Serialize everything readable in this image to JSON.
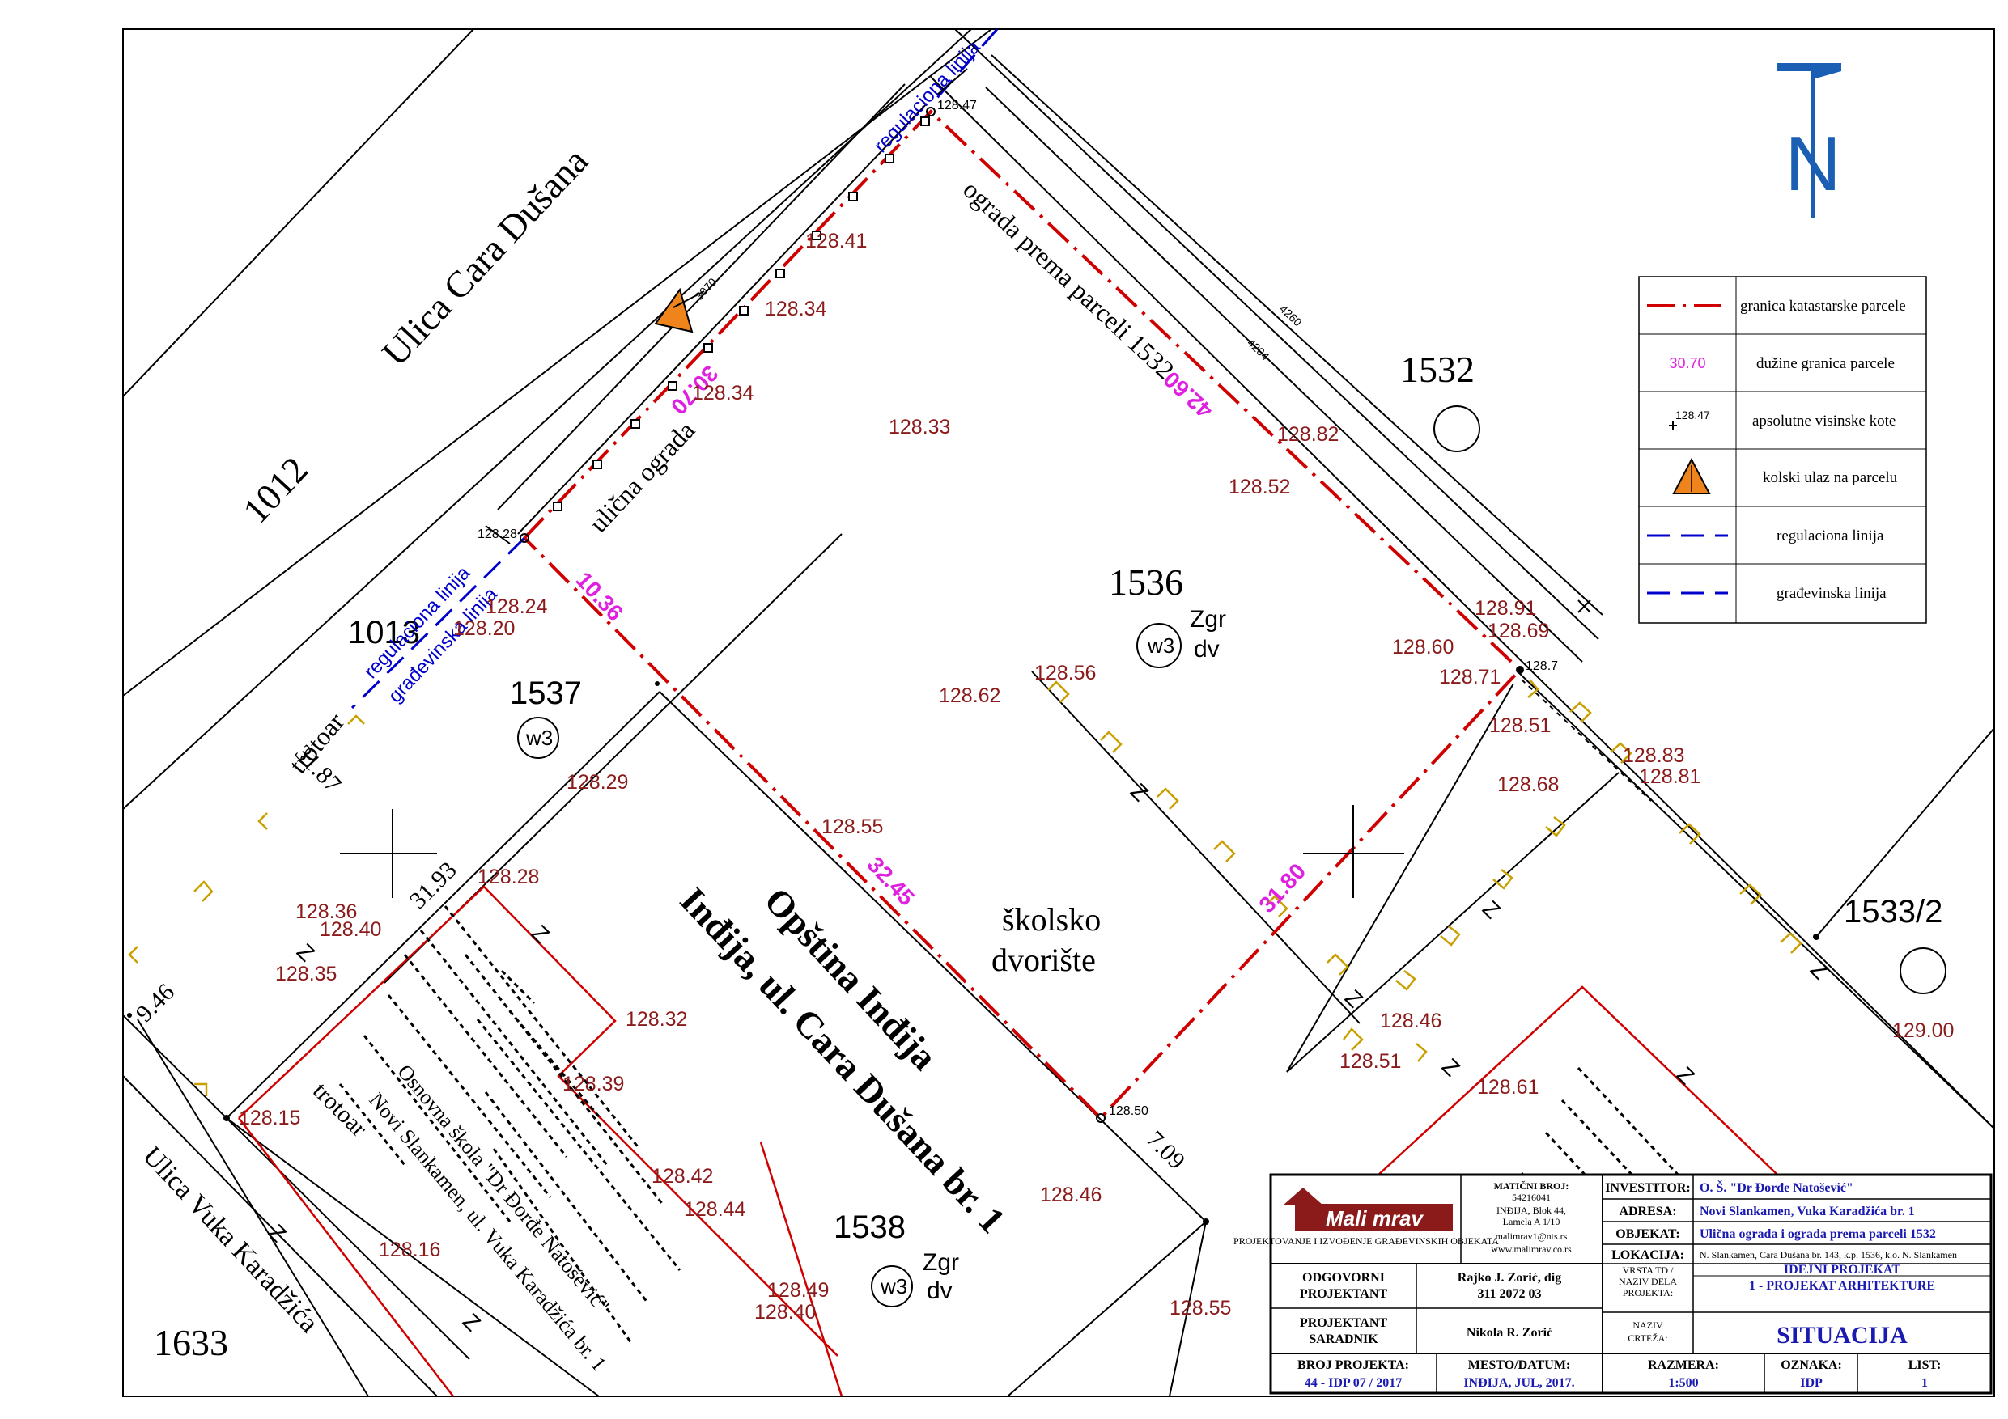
{
  "streets": {
    "cara_dusana": "Ulica Cara Dušana",
    "vuka_karadzica": "Ulica Vuka Karadžića",
    "trotoar_1": "trotoar",
    "trotoar_2": "trotoar"
  },
  "parcels": {
    "p1012": "1012",
    "p1013": "1013",
    "p1532": "1532",
    "p1536": "1536",
    "p1537": "1537",
    "p1538": "1538",
    "p1533_2": "1533/2",
    "p1633": "1633"
  },
  "building_markers": {
    "w3": "w3",
    "zgr": "Zgr",
    "dv": "dv"
  },
  "map_labels": {
    "ulicna_ograda": "ulična ograda",
    "ograda_prema_parceli": "ograda prema parceli 1532",
    "skolsko_1": "školsko",
    "skolsko_2": "dvorište",
    "opstina_1": "Opština Inđija",
    "opstina_2": "Inđija, ul. Cara Dušana br. 1",
    "skola_1": "Osnovna škola \"Dr Đorđe Natošević\"",
    "skola_2": "Novi Slankamen, ul. Vuka Karadžića br. 1",
    "reg_linija_1": "regulaciona linija",
    "reg_linija_2": "regulaciona linija",
    "grad_linija": "građevinska linija",
    "north": "N",
    "z": "Z"
  },
  "dimensions": {
    "d3070": "3070",
    "d4260": "4260",
    "d4204": "4204",
    "d31_87": "31.87",
    "d31_93": "31.93",
    "d9_46": "9.46",
    "d7_09": "7.09"
  },
  "parcel_lengths": {
    "l30_70": "30.70",
    "l42_60": "42.60",
    "l10_36": "10.36",
    "l32_45": "32.45",
    "l31_80": "31.80"
  },
  "elevations": {
    "e128_47": "128.47",
    "e128_41": "128.41",
    "e128_34a": "128.34",
    "e128_34b": "128.34",
    "e128_33": "128.33",
    "e128_82": "128.82",
    "e128_52": "128.52",
    "e128_28a": "128.28",
    "e128_24": "128.24",
    "e128_20": "128.20",
    "e128_91": "128.91",
    "e128_69": "128.69",
    "e128_60": "128.60",
    "e128_7": "128.7",
    "e128_71": "128.71",
    "e128_56": "128.56",
    "e128_62": "128.62",
    "e128_51a": "128.51",
    "e128_83": "128.83",
    "e128_81": "128.81",
    "e128_68": "128.68",
    "e128_29": "128.29",
    "e128_55a": "128.55",
    "e128_28b": "128.28",
    "e128_36": "128.36",
    "e128_40a": "128.40",
    "e128_35": "128.35",
    "e128_32": "128.32",
    "e128_39": "128.39",
    "e128_46a": "128.46",
    "e128_51b": "128.51",
    "e128_61": "128.61",
    "e129_00": "129.00",
    "e128_15": "128.15",
    "e128_50": "128.50",
    "e128_42": "128.42",
    "e128_44": "128.44",
    "e128_46b": "128.46",
    "e128_16": "128.16",
    "e128_49": "128.49",
    "e128_40b": "128.40",
    "e128_55b": "128.55"
  },
  "legend": {
    "items": [
      {
        "label": "granica katastarske parcele"
      },
      {
        "sample": "30.70",
        "label": "dužine granica parcele"
      },
      {
        "sample": "128.47",
        "label": "apsolutne visinske kote"
      },
      {
        "label": "kolski ulaz na parcelu"
      },
      {
        "label": "regulaciona linija"
      },
      {
        "label": "građevinska linija"
      }
    ]
  },
  "title_block": {
    "company_logo": "Mali mrav",
    "company_sub": "PROJEKTOVANJE I IZVOĐENJE GRAĐEVINSKIH OBJEKATA",
    "maticni_label": "MATIČNI BROJ:",
    "maticni_val": "54216041",
    "address_1": "INĐIJA, Blok 44,",
    "address_2": "Lamela A 1/10",
    "email": "malimrav1@nts.rs",
    "web": "www.malimrav.co.rs",
    "odgovorni_label_1": "ODGOVORNI",
    "odgovorni_label_2": "PROJEKTANT",
    "odgovorni_name": "Rajko J. Zorić, dig",
    "odgovorni_num": "311 2072 03",
    "saradnik_label_1": "PROJEKTANT",
    "saradnik_label_2": "SARADNIK",
    "saradnik_name": "Nikola R. Zorić",
    "investitor_label": "INVESTITOR:",
    "investitor_val": "O. Š. \"Dr Đorđe Natošević\"",
    "adresa_label": "ADRESA:",
    "adresa_val": "Novi Slankamen, Vuka Karadžića br. 1",
    "objekat_label": "OBJEKAT:",
    "objekat_val": "Ulična ograda i ograda prema parceli 1532",
    "lokacija_label": "LOKACIJA:",
    "lokacija_val": "N. Slankamen, Cara Dušana br. 143, k.p. 1536, k.o. N. Slankamen",
    "vrsta_label_1": "VRSTA TD /",
    "vrsta_label_2": "NAZIV DELA",
    "vrsta_label_3": "PROJEKTA:",
    "vrsta_val_1": "IDEJNI PROJEKAT",
    "vrsta_val_2": "1 - PROJEKAT ARHITEKTURE",
    "naziv_label_1": "NAZIV",
    "naziv_label_2": "CRTEŽA:",
    "naziv_val": "SITUACIJA",
    "broj_label": "BROJ PROJEKTA:",
    "broj_val": "44 - IDP 07 / 2017",
    "mesto_label": "MESTO/DATUM:",
    "mesto_val": "INĐIJA, JUL, 2017.",
    "razmera_label": "RAZMERA:",
    "razmera_val": "1:500",
    "oznaka_label": "OZNAKA:",
    "oznaka_val": "IDP",
    "list_label": "LIST:",
    "list_val": "1"
  },
  "colors": {
    "cadastral": "#d00000",
    "elevation": "#8b1a1a",
    "length": "#e020e0",
    "regulation": "#0000cc",
    "entrance": "#f0841c",
    "gate": "#c9a000"
  }
}
